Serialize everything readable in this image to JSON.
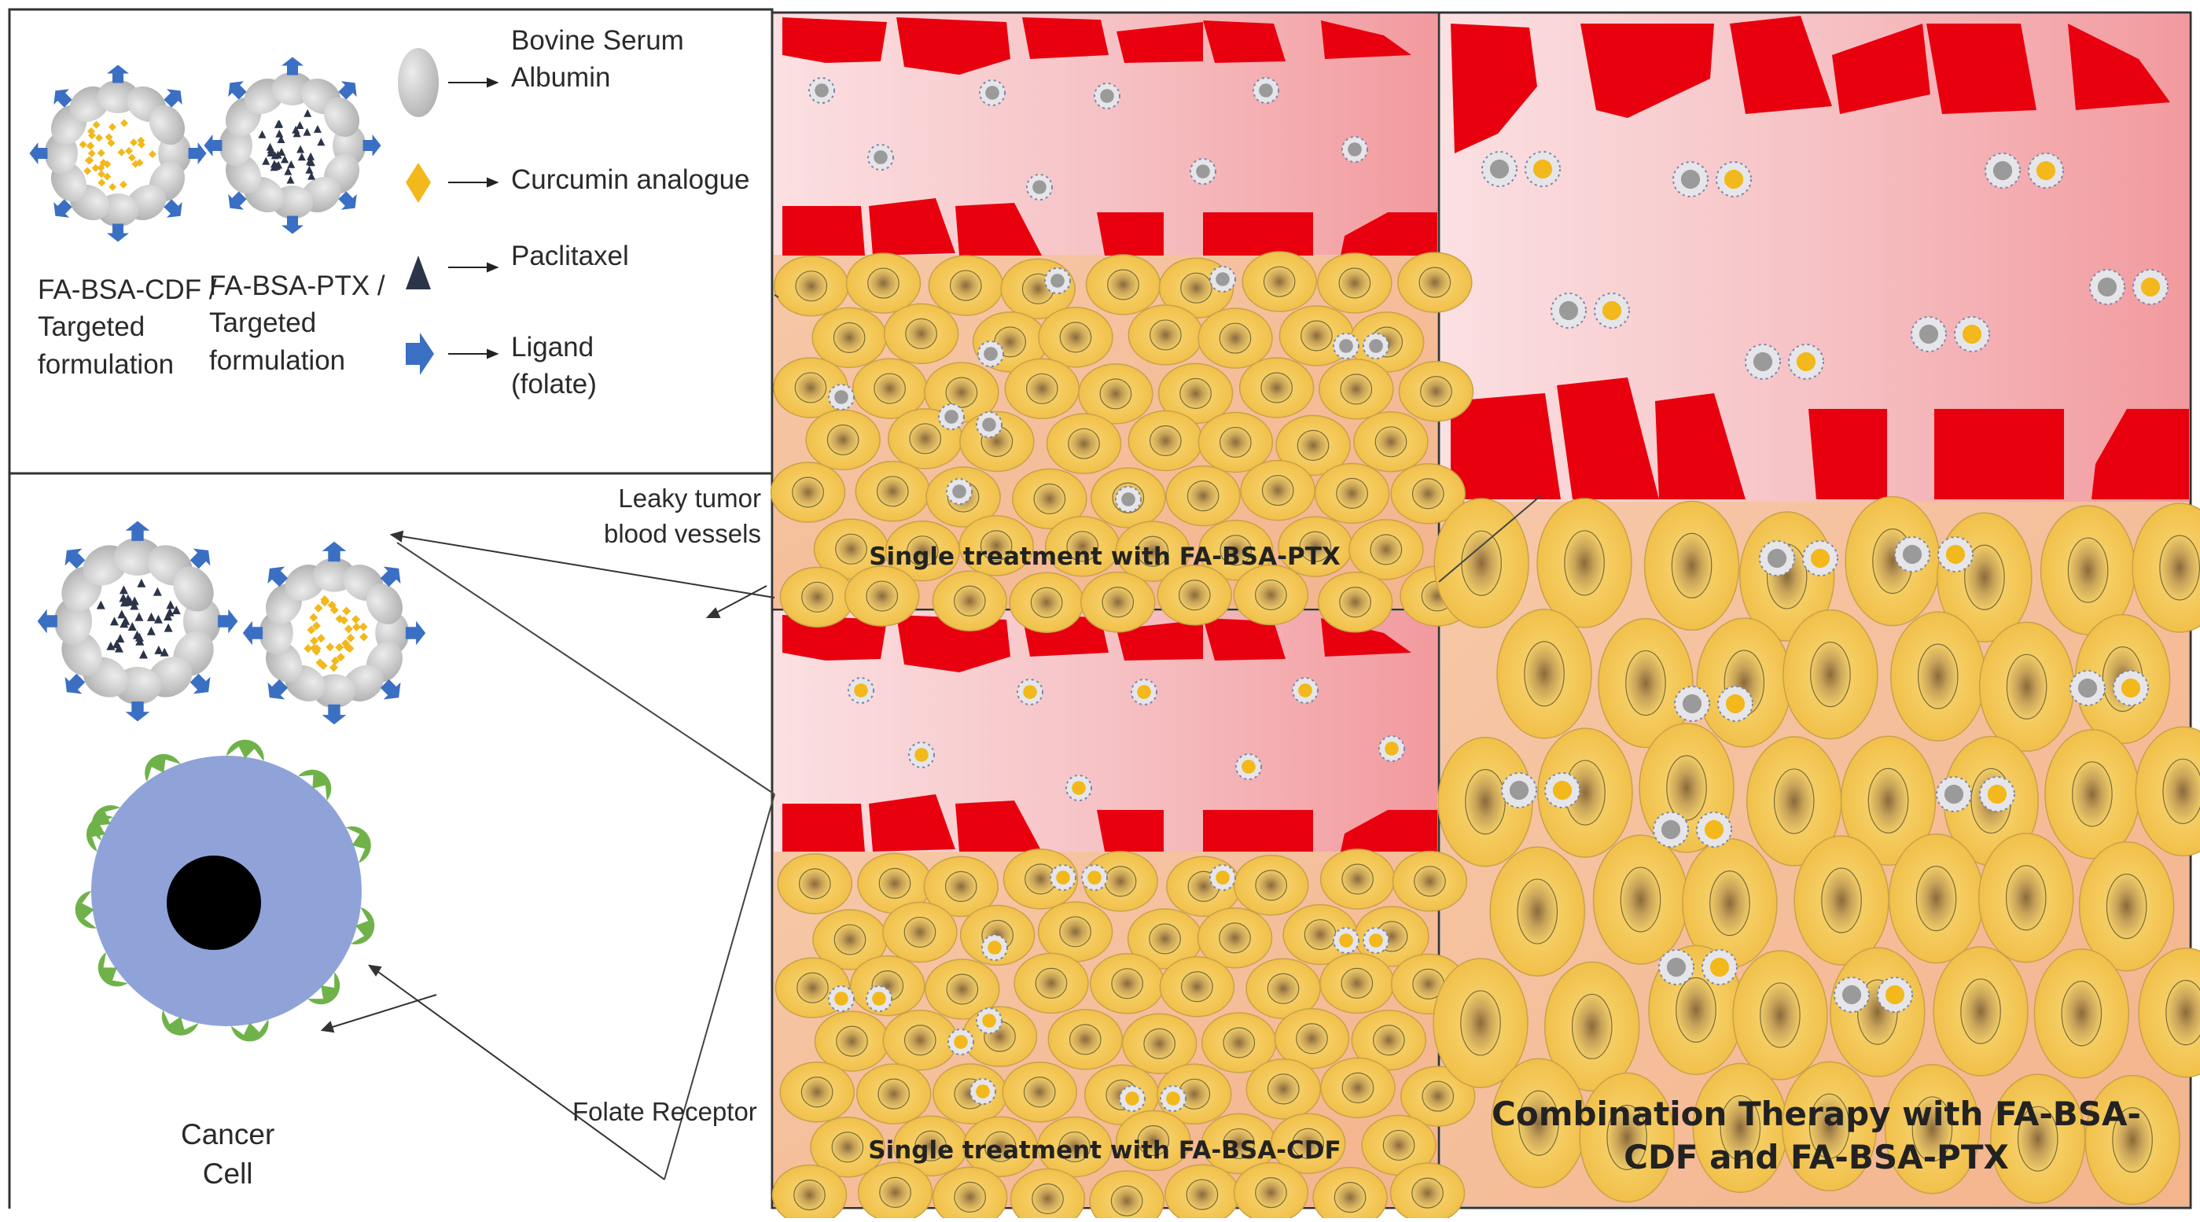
{
  "legend": {
    "items": [
      {
        "icon": "albumin-sphere-icon",
        "label_line1": "Bovine Serum",
        "label_line2": "Albumin"
      },
      {
        "icon": "curcumin-diamond-icon",
        "label_line1": "Curcumin analogue"
      },
      {
        "icon": "paclitaxel-triangle-icon",
        "label_line1": "Paclitaxel"
      },
      {
        "icon": "ligand-arrow-icon",
        "label_line1": "Ligand",
        "label_line2": "(folate)"
      }
    ],
    "formulations": [
      {
        "line1": "FA-BSA-CDF /",
        "line2": "Targeted",
        "line3": "formulation"
      },
      {
        "line1": "FA-BSA-PTX /",
        "line2": "Targeted",
        "line3": "formulation"
      }
    ]
  },
  "annotations": {
    "leaky_line1": "Leaky tumor",
    "leaky_line2": "blood vessels",
    "folate_receptor": "Folate Receptor",
    "cancer_line1": "Cancer",
    "cancer_line2": "Cell"
  },
  "panels": {
    "ptx_caption": "Single treatment with FA-BSA-PTX",
    "cdf_caption": "Single treatment with FA-BSA-CDF",
    "combo_line1": "Combination Therapy with FA-BSA-",
    "combo_line2": "CDF and FA-BSA-PTX"
  },
  "colors": {
    "albumin": "#c9c9c9",
    "curcumin": "#f2b81c",
    "paclitaxel": "#2b3448",
    "ligand": "#3a6fc4",
    "endothelium": "#e8000e",
    "tumor_cell": "#f7cf63",
    "receptor": "#6fb24a",
    "cancer_cell": "#8fa3d9"
  }
}
